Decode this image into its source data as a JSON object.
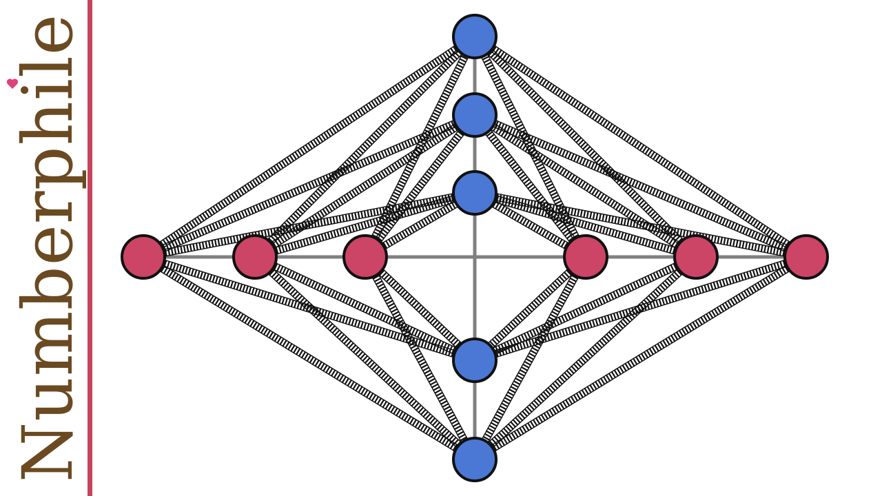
{
  "brand": {
    "name": "Numberphile",
    "text_color": "#6b4a22",
    "rule_color": "#c8445e",
    "heart_color": "#e0417a"
  },
  "diagram": {
    "type": "complete-bipartite-graph",
    "left_set": {
      "label": "red",
      "count": 6,
      "color": "#cc4466"
    },
    "right_set": {
      "label": "blue",
      "count": 5,
      "color": "#4a78d4"
    },
    "edge_style": "railway-track",
    "axis_color": "#808080",
    "outline_color": "#111111"
  }
}
